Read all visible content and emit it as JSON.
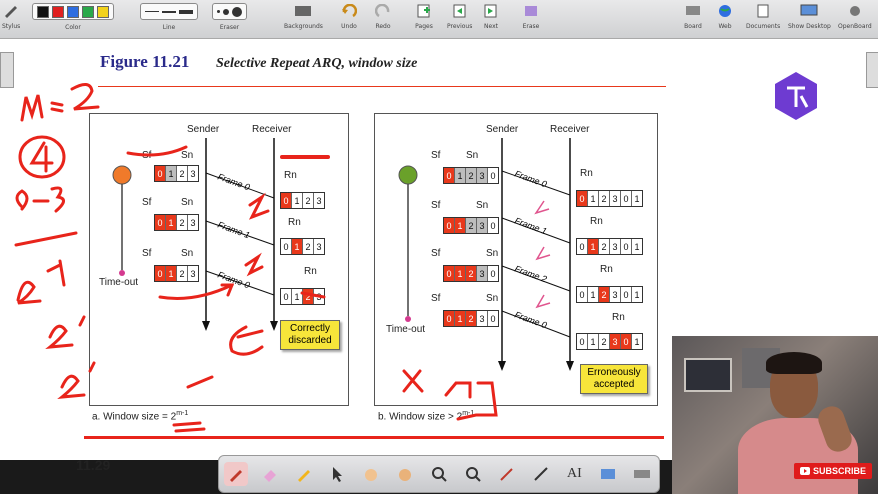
{
  "toolbar": {
    "items": [
      {
        "label": "Stylus"
      },
      {
        "label": "Color"
      },
      {
        "label": "Line"
      },
      {
        "label": "Eraser"
      },
      {
        "label": "Backgrounds"
      },
      {
        "label": "Undo"
      },
      {
        "label": "Redo"
      },
      {
        "label": "Pages"
      },
      {
        "label": "Previous"
      },
      {
        "label": "Next"
      },
      {
        "label": "Erase"
      },
      {
        "label": "Board"
      },
      {
        "label": "Web"
      },
      {
        "label": "Documents"
      },
      {
        "label": "Show Desktop"
      },
      {
        "label": "OpenBoard"
      }
    ],
    "colors": [
      "#111111",
      "#e02020",
      "#2e6de0",
      "#2aa84a",
      "#f2d21b"
    ]
  },
  "slide": {
    "figure_num": "Figure 11.21",
    "figure_title": "Selective Repeat ARQ, window size",
    "page_number": "11.29",
    "accent": "#e8381b"
  },
  "panel_a": {
    "sender": "Sender",
    "receiver": "Receiver",
    "sf": "Sf",
    "sn": "Sn",
    "rn": "Rn",
    "sender_windows": [
      [
        "0",
        "1",
        "2",
        "3"
      ],
      [
        "0",
        "1",
        "2",
        "3"
      ],
      [
        "0",
        "1",
        "2",
        "3"
      ]
    ],
    "receiver_windows": [
      [
        "0",
        "1",
        "2",
        "3"
      ],
      [
        "0",
        "1",
        "2",
        "3"
      ],
      [
        "0",
        "1",
        "2",
        "3"
      ]
    ],
    "frames": [
      "Frame 0",
      "Frame 1",
      "Frame 0"
    ],
    "timeout": "Time-out",
    "note": "Correctly discarded",
    "caption": "a. Window size = 2",
    "caption_sup": "m-1"
  },
  "panel_b": {
    "sender": "Sender",
    "receiver": "Receiver",
    "sf": "Sf",
    "sn": "Sn",
    "rn": "Rn",
    "sender_windows": [
      [
        "0",
        "1",
        "2",
        "3",
        "0"
      ],
      [
        "0",
        "1",
        "2",
        "3",
        "0"
      ],
      [
        "0",
        "1",
        "2",
        "3",
        "0"
      ],
      [
        "0",
        "1",
        "2",
        "3",
        "0"
      ]
    ],
    "receiver_windows": [
      [
        "0",
        "1",
        "2",
        "3",
        "0",
        "1"
      ],
      [
        "0",
        "1",
        "2",
        "3",
        "0",
        "1"
      ],
      [
        "0",
        "1",
        "2",
        "3",
        "0",
        "1"
      ],
      [
        "0",
        "1",
        "2",
        "3",
        "0",
        "1"
      ]
    ],
    "frames": [
      "Frame 0",
      "Frame 1",
      "Frame 2",
      "Frame 0"
    ],
    "timeout": "Time-out",
    "note": "Erroneously accepted",
    "caption": "b. Window size > 2",
    "caption_sup": "m-1"
  },
  "annotations": [
    "m=2",
    "4",
    "0-3",
    "2^m-1",
    "2^1",
    "2^1"
  ],
  "bottom_tools": [
    "pen-tool",
    "eraser-tool",
    "marker-tool",
    "pointer-tool",
    "hand-tool",
    "grab-tool",
    "zoom-in-tool",
    "zoom-out-tool",
    "laser-tool",
    "line-tool",
    "text-tool",
    "capture-tool",
    "keyboard-tool"
  ],
  "webcam": {
    "subscribe_label": "SUBSCRIBE"
  }
}
